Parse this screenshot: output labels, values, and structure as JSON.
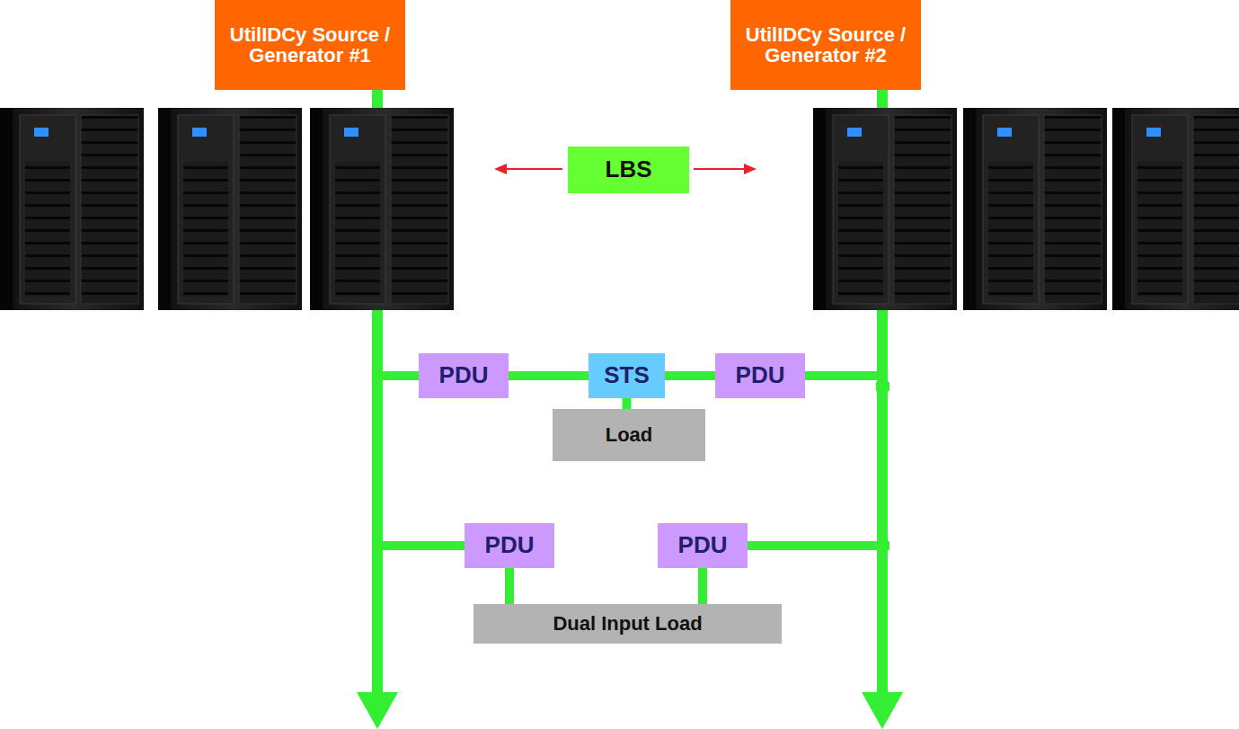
{
  "diagram": {
    "nodes": [
      {
        "text": [
          "UtilIDCy Source / Generator #1"
        ]
      },
      {
        "text": [
          "UtilIDCy Source / Generator #2"
        ]
      },
      {
        "text": [
          "LBS"
        ]
      },
      {
        "text": [
          "PDU"
        ]
      },
      {
        "text": [
          "STS"
        ]
      },
      {
        "text": [
          "PDU"
        ]
      },
      {
        "text": [
          "Load"
        ]
      },
      {
        "text": [
          "PDU"
        ]
      },
      {
        "text": [
          "PDU"
        ]
      },
      {
        "text": [
          "Dual Input Load"
        ]
      }
    ],
    "edges": [
      {
        "from": 0,
        "to": 3,
        "arrow": "none"
      },
      {
        "from": 0,
        "to": 7,
        "arrow": "none"
      },
      {
        "from": 3,
        "to": 4,
        "arrow": "none"
      },
      {
        "from": 4,
        "to": 5,
        "arrow": "none"
      },
      {
        "from": 4,
        "to": 6,
        "arrow": "none"
      },
      {
        "from": 7,
        "to": 9,
        "arrow": "none"
      },
      {
        "from": 8,
        "to": 9,
        "arrow": "none"
      },
      {
        "from": 1,
        "to": 5,
        "arrow": "none"
      },
      {
        "from": 1,
        "to": 8,
        "arrow": "none"
      }
    ]
  }
}
